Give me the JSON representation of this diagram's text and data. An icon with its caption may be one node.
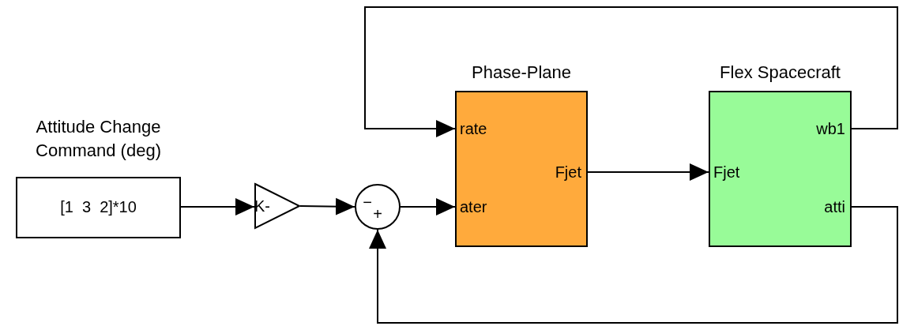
{
  "diagram": {
    "nodes": [
      {
        "text": [
          "Attitude Change Command (deg)",
          "[1  3  2]*10"
        ]
      },
      {
        "text": [
          "K-"
        ]
      },
      {
        "text": [
          "−",
          "+"
        ]
      },
      {
        "text": [
          "Phase-Plane",
          "rate",
          "ater",
          "Fjet"
        ]
      },
      {
        "text": [
          "Flex Spacecraft",
          "wb1",
          "Fjet",
          "atti"
        ]
      }
    ],
    "edges": [
      {
        "from": 0,
        "to": 1,
        "arrow": "to"
      },
      {
        "from": 1,
        "to": 2,
        "arrow": "to"
      },
      {
        "from": 2,
        "to": 3,
        "arrow": "to"
      },
      {
        "from": 3,
        "to": 4,
        "arrow": "to"
      },
      {
        "from": 4,
        "to": 3,
        "arrow": "to"
      },
      {
        "from": 4,
        "to": 2,
        "arrow": "to"
      }
    ]
  }
}
